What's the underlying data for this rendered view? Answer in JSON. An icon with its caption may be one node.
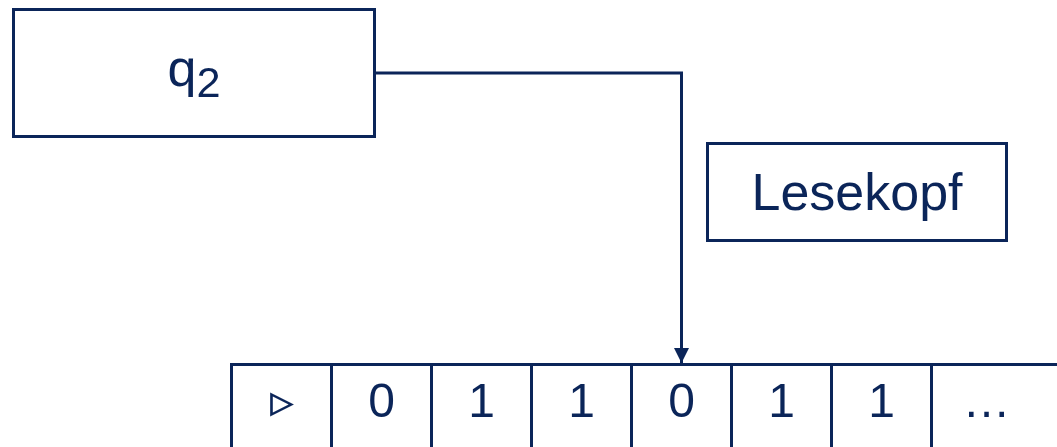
{
  "diagram": {
    "nodes": [
      {
        "text": [
          "q$_{2}$"
        ]
      },
      {
        "text": [
          "Lesekopf"
        ]
      },
      {
        "text": [
          "▹"
        ]
      },
      {
        "text": [
          "0"
        ]
      },
      {
        "text": [
          "1"
        ]
      },
      {
        "text": [
          "1"
        ]
      },
      {
        "text": [
          "0"
        ]
      },
      {
        "text": [
          "1"
        ]
      },
      {
        "text": [
          "1"
        ]
      },
      {
        "text": [
          "…"
        ]
      }
    ],
    "edges": [
      {
        "from": 0,
        "to": 6,
        "arrow": "to"
      }
    ]
  }
}
